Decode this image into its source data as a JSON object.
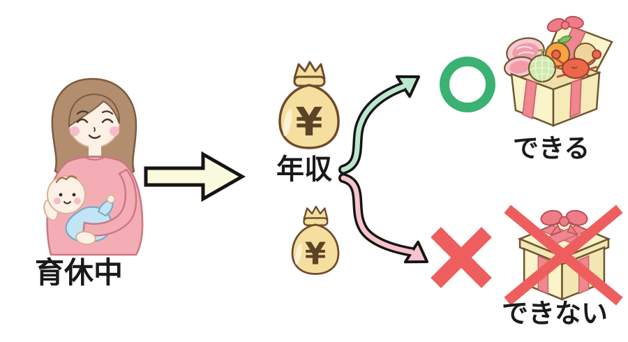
{
  "labels": {
    "person_caption": "育休中",
    "income_label": "年収",
    "can_label": "できる",
    "cannot_label": "できない",
    "yen_large": "¥",
    "yen_small": "¥"
  },
  "marks": {
    "positive": "○",
    "negative": "×"
  },
  "icons": {
    "person": "mother-holding-baby-illustration",
    "flow": "right-block-arrow",
    "income_large": "money-bag-large",
    "income_small": "money-bag-small",
    "branch_up": "curved-arrow-up-green",
    "branch_down": "curved-arrow-down-pink",
    "positive_mark": "green-circle-mark",
    "negative_mark": "red-cross-mark",
    "positive_result": "gift-box-open-with-food",
    "negative_result": "gift-box-closed-crossed-out"
  },
  "colors": {
    "background": "#FFFFFF",
    "text": "#1A1A1A",
    "block_arrow_fill": "#FAFADF",
    "outline_black": "#151515",
    "branch_positive": "#BCE7CD",
    "branch_negative": "#F8C3CB",
    "circle_green": "#3BB273",
    "cross_red": "#EE5E5E",
    "money_bag": "#F5DF9F",
    "money_bag_outline": "#6E4B2B",
    "gift_box": "#FBF3C9",
    "ribbon_pink": "#EE7D87"
  }
}
